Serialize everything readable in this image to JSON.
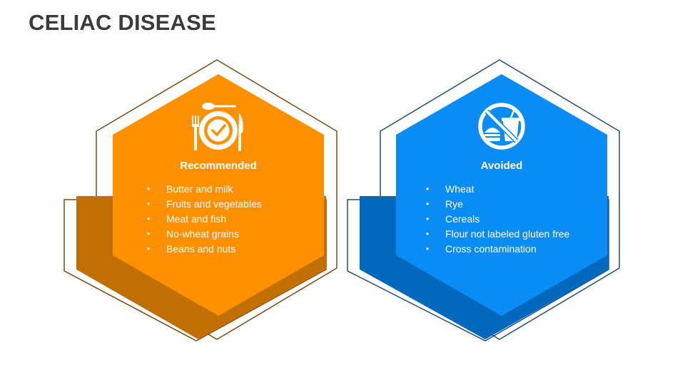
{
  "title": "CELIAC DISEASE",
  "colors": {
    "orange_light": "#FF9100",
    "orange_dark": "#C06F00",
    "orange_outline": "#7A4A12",
    "blue_light": "#0A8CF5",
    "blue_dark": "#0069BE",
    "blue_outline": "#1E4E7A"
  },
  "recommended": {
    "heading": "Recommended",
    "icon": "plate-with-checkmark-icon",
    "items": [
      "Butter and milk",
      "Fruits and vegetables",
      "Meat and fish",
      "No-wheat grains",
      "Beans and nuts"
    ]
  },
  "avoided": {
    "heading": "Avoided",
    "icon": "no-fast-food-icon",
    "items": [
      "Wheat",
      "Rye",
      "Cereals",
      "Flour not labeled gluten free",
      "Cross contamination"
    ]
  }
}
